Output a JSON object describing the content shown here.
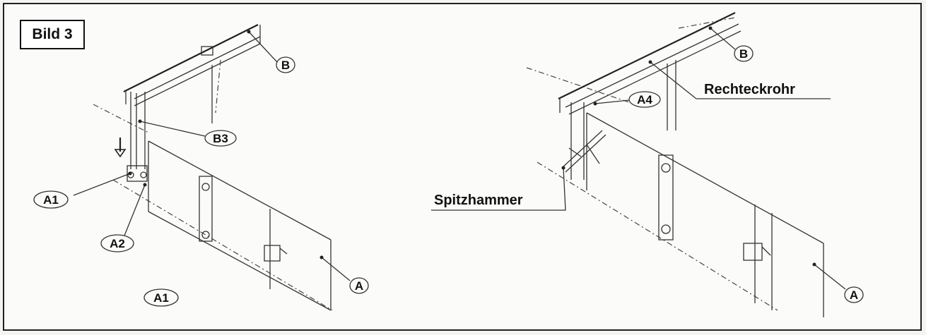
{
  "figure": {
    "title": "Bild 3",
    "left_panel": {
      "labels": {
        "b": "B",
        "b3": "B3",
        "a1_upper": "A1",
        "a2": "A2",
        "a": "A",
        "a1_lower": "A1"
      }
    },
    "right_panel": {
      "labels": {
        "b": "B",
        "a4": "A4",
        "a": "A"
      },
      "callouts": {
        "rechteckrohr": "Rechteckrohr",
        "spitzhammer": "Spitzhammer"
      }
    }
  }
}
